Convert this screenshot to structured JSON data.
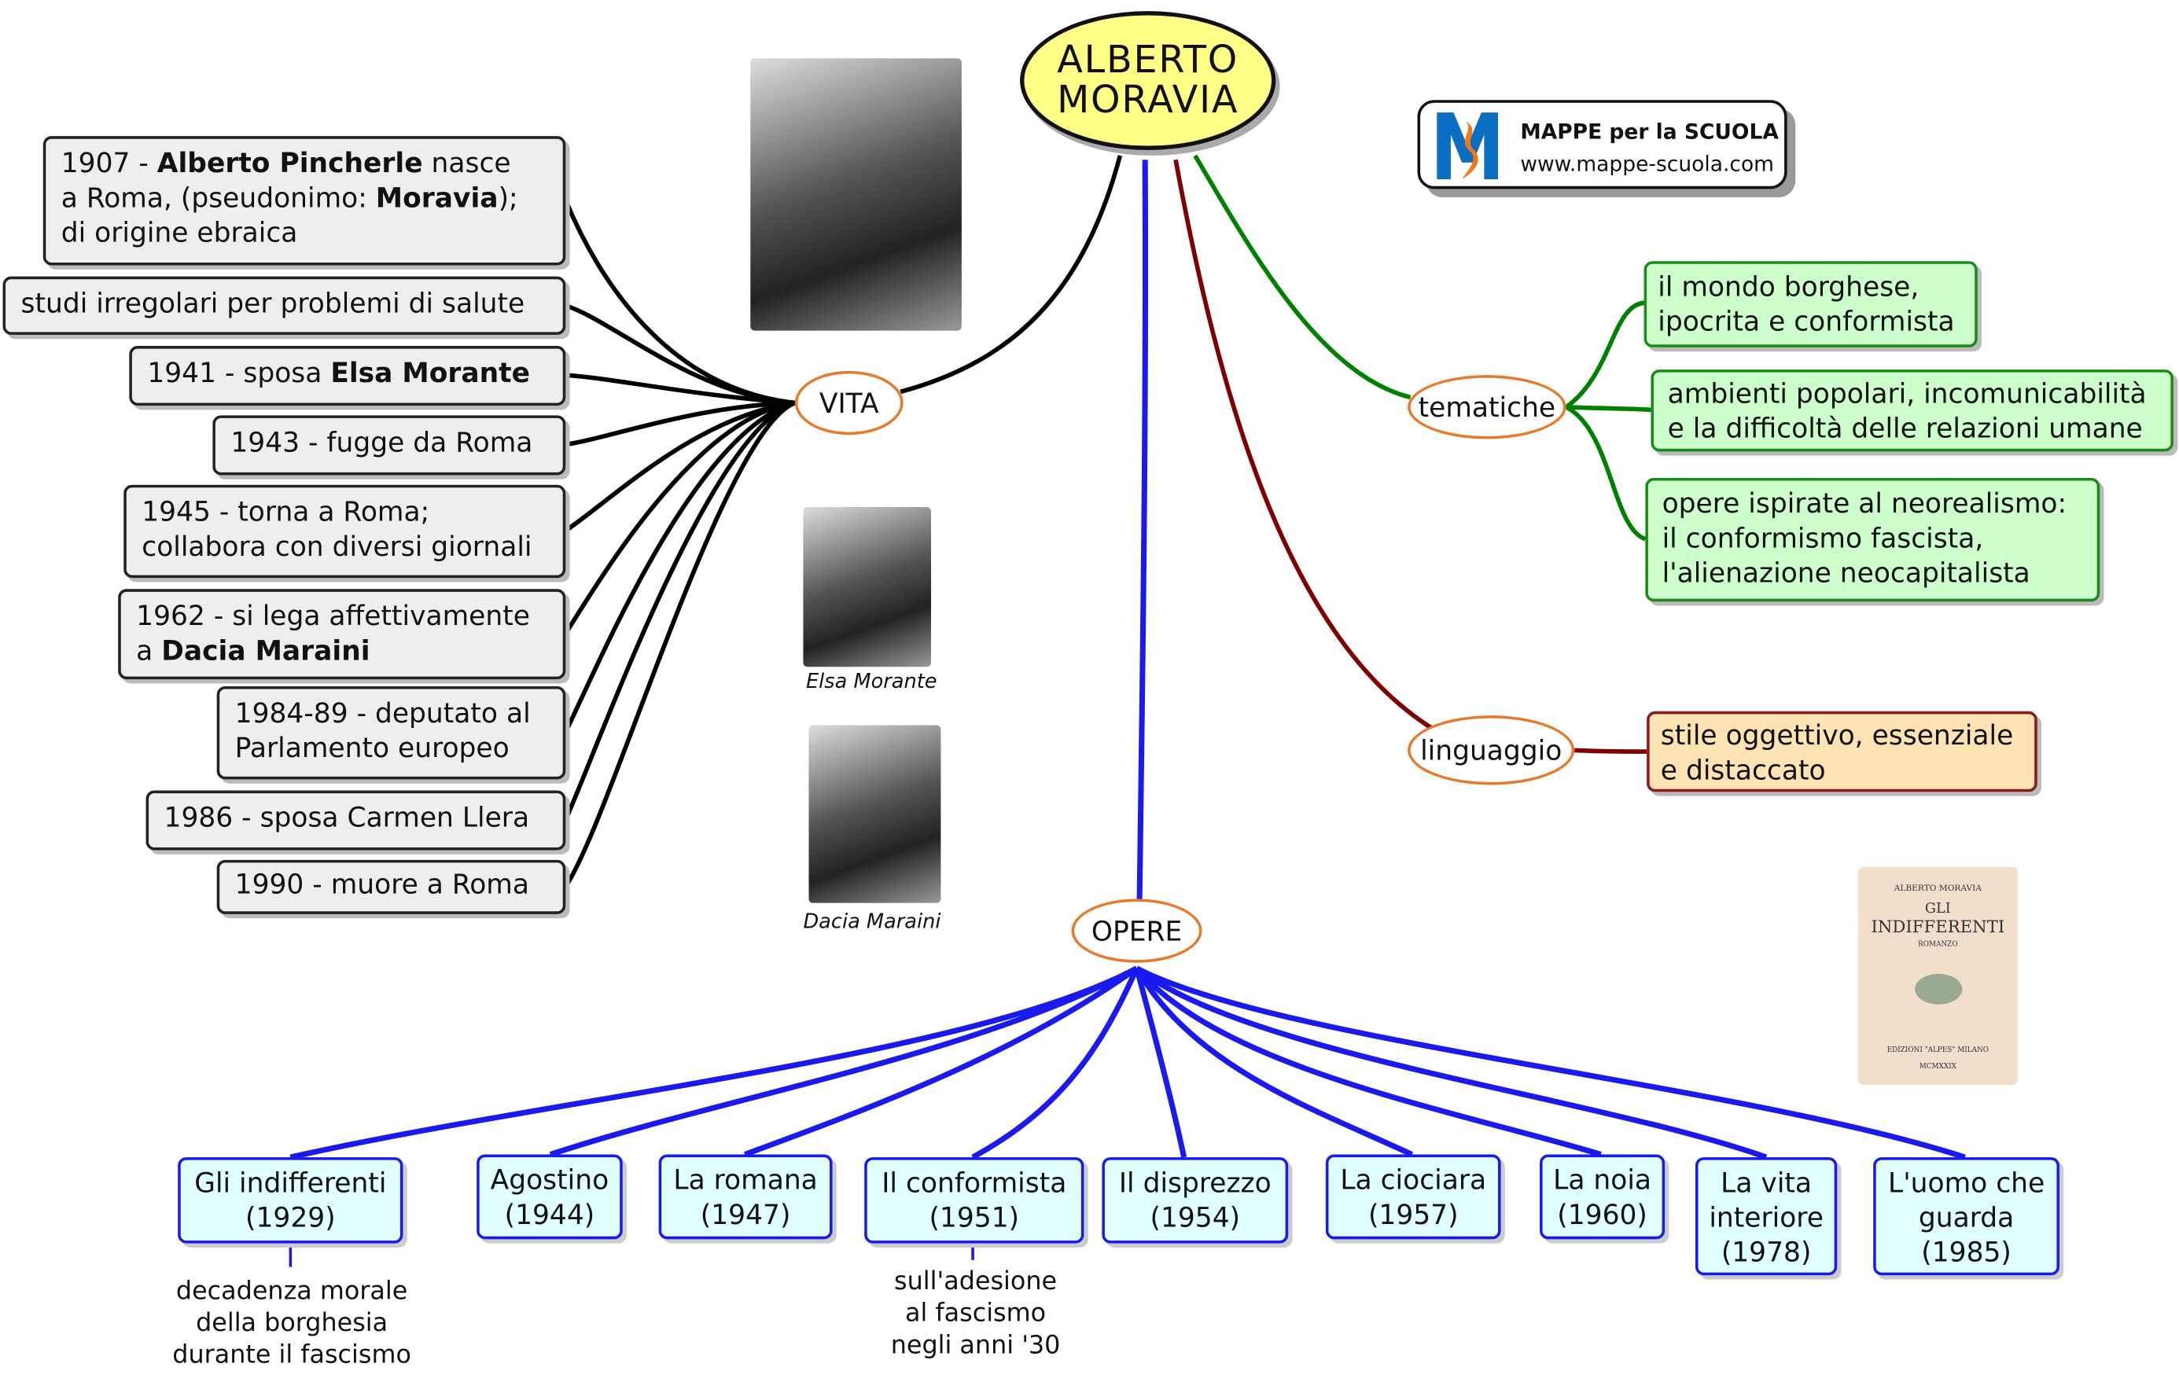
{
  "central": {
    "line1": "ALBERTO",
    "line2": "MORAVIA"
  },
  "logo": {
    "title": "MAPPE per la SCUOLA",
    "url": "www.mappe-scuola.com"
  },
  "nodes": {
    "vita": "VITA",
    "tematiche": "tematiche",
    "linguaggio": "linguaggio",
    "opere": "OPERE"
  },
  "vita": {
    "b1": {
      "a": "1907 - ",
      "b": "Alberto Pincherle",
      "c": " nasce",
      "d": "a Roma, (pseudonimo: ",
      "e": "Moravia",
      "f": ");",
      "g": "di origine ebraica"
    },
    "b2": "studi irregolari per problemi di salute",
    "b3": {
      "a": "1941 - sposa ",
      "b": "Elsa Morante"
    },
    "b4": "1943 - fugge da Roma",
    "b5": {
      "l1": "1945 - torna a Roma;",
      "l2": "collabora con diversi giornali"
    },
    "b6": {
      "l1": "1962 - si lega affettivamente",
      "a": "a ",
      "b": "Dacia Maraini"
    },
    "b7": {
      "l1": "1984-89 - deputato al",
      "l2": "Parlamento europeo"
    },
    "b8": "1986 - sposa Carmen Llera",
    "b9": "1990 - muore a Roma"
  },
  "photos": {
    "elsa": "Elsa Morante",
    "dacia": "Dacia Maraini",
    "book": {
      "author": "ALBERTO MORAVIA",
      "title1": "GLI",
      "title2": "INDIFFERENTI",
      "sub": "ROMANZO",
      "publisher": "EDIZIONI \"ALPES\" MILANO",
      "year": "MCMXXIX"
    }
  },
  "tematiche": [
    {
      "l1": "il mondo borghese,",
      "l2": "ipocrita e conformista"
    },
    {
      "l1": "ambienti popolari, incomunicabilità",
      "l2": "e la difficoltà delle relazioni umane"
    },
    {
      "l1": "opere ispirate al neorealismo:",
      "l2": "il conformismo fascista,",
      "l3": "l'alienazione neocapitalista"
    }
  ],
  "linguaggio": {
    "l1": "stile oggettivo, essenziale",
    "l2": "e distaccato"
  },
  "opere": [
    {
      "l1": "Gli indifferenti",
      "l2": "(1929)"
    },
    {
      "l1": "Agostino",
      "l2": "(1944)"
    },
    {
      "l1": "La romana",
      "l2": "(1947)"
    },
    {
      "l1": "Il conformista",
      "l2": "(1951)"
    },
    {
      "l1": "Il disprezzo",
      "l2": "(1954)"
    },
    {
      "l1": "La ciociara",
      "l2": "(1957)"
    },
    {
      "l1": "La noia",
      "l2": "(1960)"
    },
    {
      "l1": "La vita",
      "l2": "interiore",
      "l3": "(1978)"
    },
    {
      "l1": "L'uomo che",
      "l2": "guarda",
      "l3": "(1985)"
    }
  ],
  "notes": {
    "indifferenti": {
      "l1": "decadenza morale",
      "l2": "della borghesia",
      "l3": "durante il fascismo"
    },
    "conformista": {
      "l1": "sull'adesione",
      "l2": "al fascismo",
      "l3": "negli anni '30"
    }
  },
  "colors": {
    "center": "#ffff88",
    "vita_line": "#000000",
    "opere_line": "#1a1aee",
    "tematiche_line": "#008000",
    "linguaggio_line": "#7f0000",
    "node_border": "#e8782a"
  }
}
